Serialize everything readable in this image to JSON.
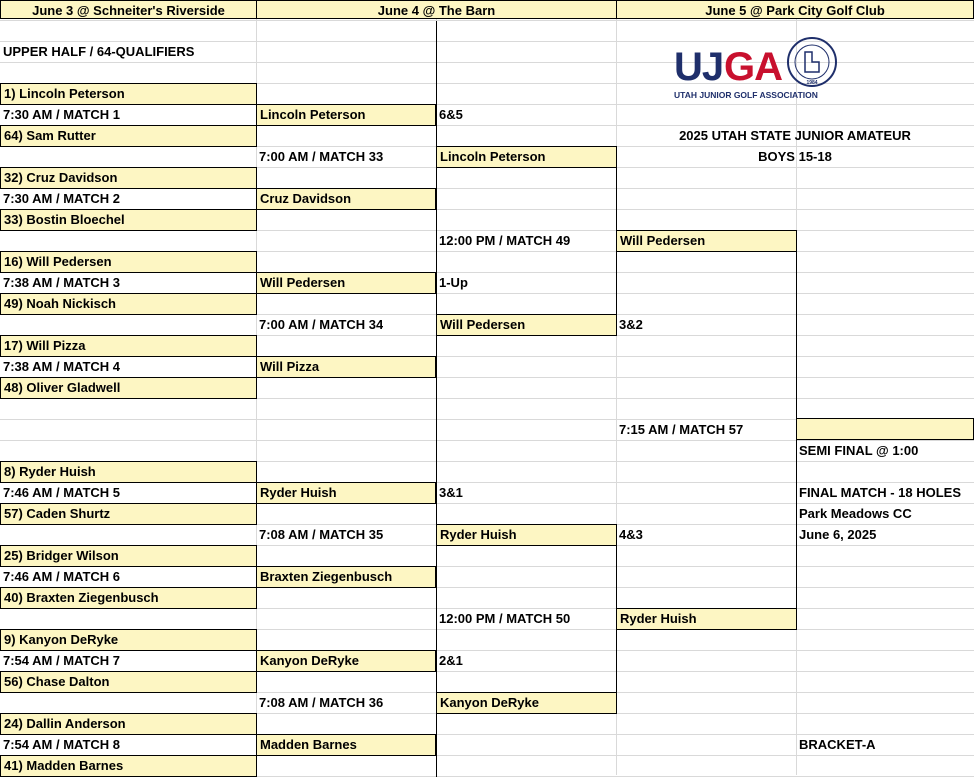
{
  "headers": [
    "June 3 @ Schneiter's Riverside",
    "June 4 @ The Barn",
    "June 5 @ Park City Golf Club"
  ],
  "section": "UPPER HALF /  64-QUALIFIERS",
  "logo": {
    "text": "UJGA",
    "subtitle": "UTAH JUNIOR GOLF ASSOCIATION",
    "seal": "UTAH JUNIOR GOLF ASSOCIATION",
    "year": "1984"
  },
  "event": {
    "title": "2025 UTAH STATE JUNIOR AMATEUR",
    "division": "BOYS 15-18"
  },
  "round1": {
    "players": [
      "1) Lincoln Peterson",
      "64)  Sam Rutter",
      "32)  Cruz Davidson",
      "33) Bostin Bloechel",
      "16) Will Pedersen",
      "49)  Noah Nickisch",
      "17)  Will Pizza",
      "48)  Oliver Gladwell",
      "8)  Ryder Huish",
      "57) Caden Shurtz",
      "25) Bridger Wilson",
      "40)  Braxten Ziegenbusch",
      "9)  Kanyon DeRyke",
      "56)  Chase Dalton",
      "24)  Dallin Anderson",
      "41)  Madden Barnes"
    ],
    "times": [
      "7:30 AM / MATCH 1",
      "7:30 AM / MATCH 2",
      "7:38 AM / MATCH 3",
      "7:38 AM / MATCH 4",
      "7:46 AM / MATCH 5",
      "7:46 AM / MATCH 6",
      "7:54 AM / MATCH 7",
      "7:54 AM / MATCH 8"
    ]
  },
  "round2": {
    "winners": [
      "Lincoln Peterson",
      "Cruz Davidson",
      "Will Pedersen",
      "Will Pizza",
      "Ryder Huish",
      "Braxten Ziegenbusch",
      "Kanyon DeRyke",
      "Madden Barnes"
    ],
    "scores": [
      "6&5",
      "",
      "1-Up",
      "",
      "3&1",
      "",
      "2&1",
      ""
    ],
    "times": [
      "7:00 AM / MATCH 33",
      "7:00 AM / MATCH 34",
      "7:08 AM / MATCH 35",
      "7:08 AM / MATCH 36"
    ]
  },
  "round3": {
    "winners": [
      "Lincoln Peterson",
      "Will Pedersen",
      "Ryder Huish",
      "Kanyon DeRyke"
    ],
    "scores": [
      "",
      "3&2",
      "4&3",
      ""
    ],
    "times": [
      "12:00 PM / MATCH 49",
      "12:00 PM / MATCH 50"
    ]
  },
  "round4": {
    "winners": [
      "Will Pedersen",
      "Ryder Huish"
    ],
    "time": "7:15 AM / MATCH 57"
  },
  "notes": {
    "semi": "SEMI FINAL @ 1:00",
    "final": "FINAL MATCH - 18 HOLES",
    "venue": "Park Meadows CC",
    "date": "June 6, 2025",
    "bracket": "BRACKET-A"
  }
}
